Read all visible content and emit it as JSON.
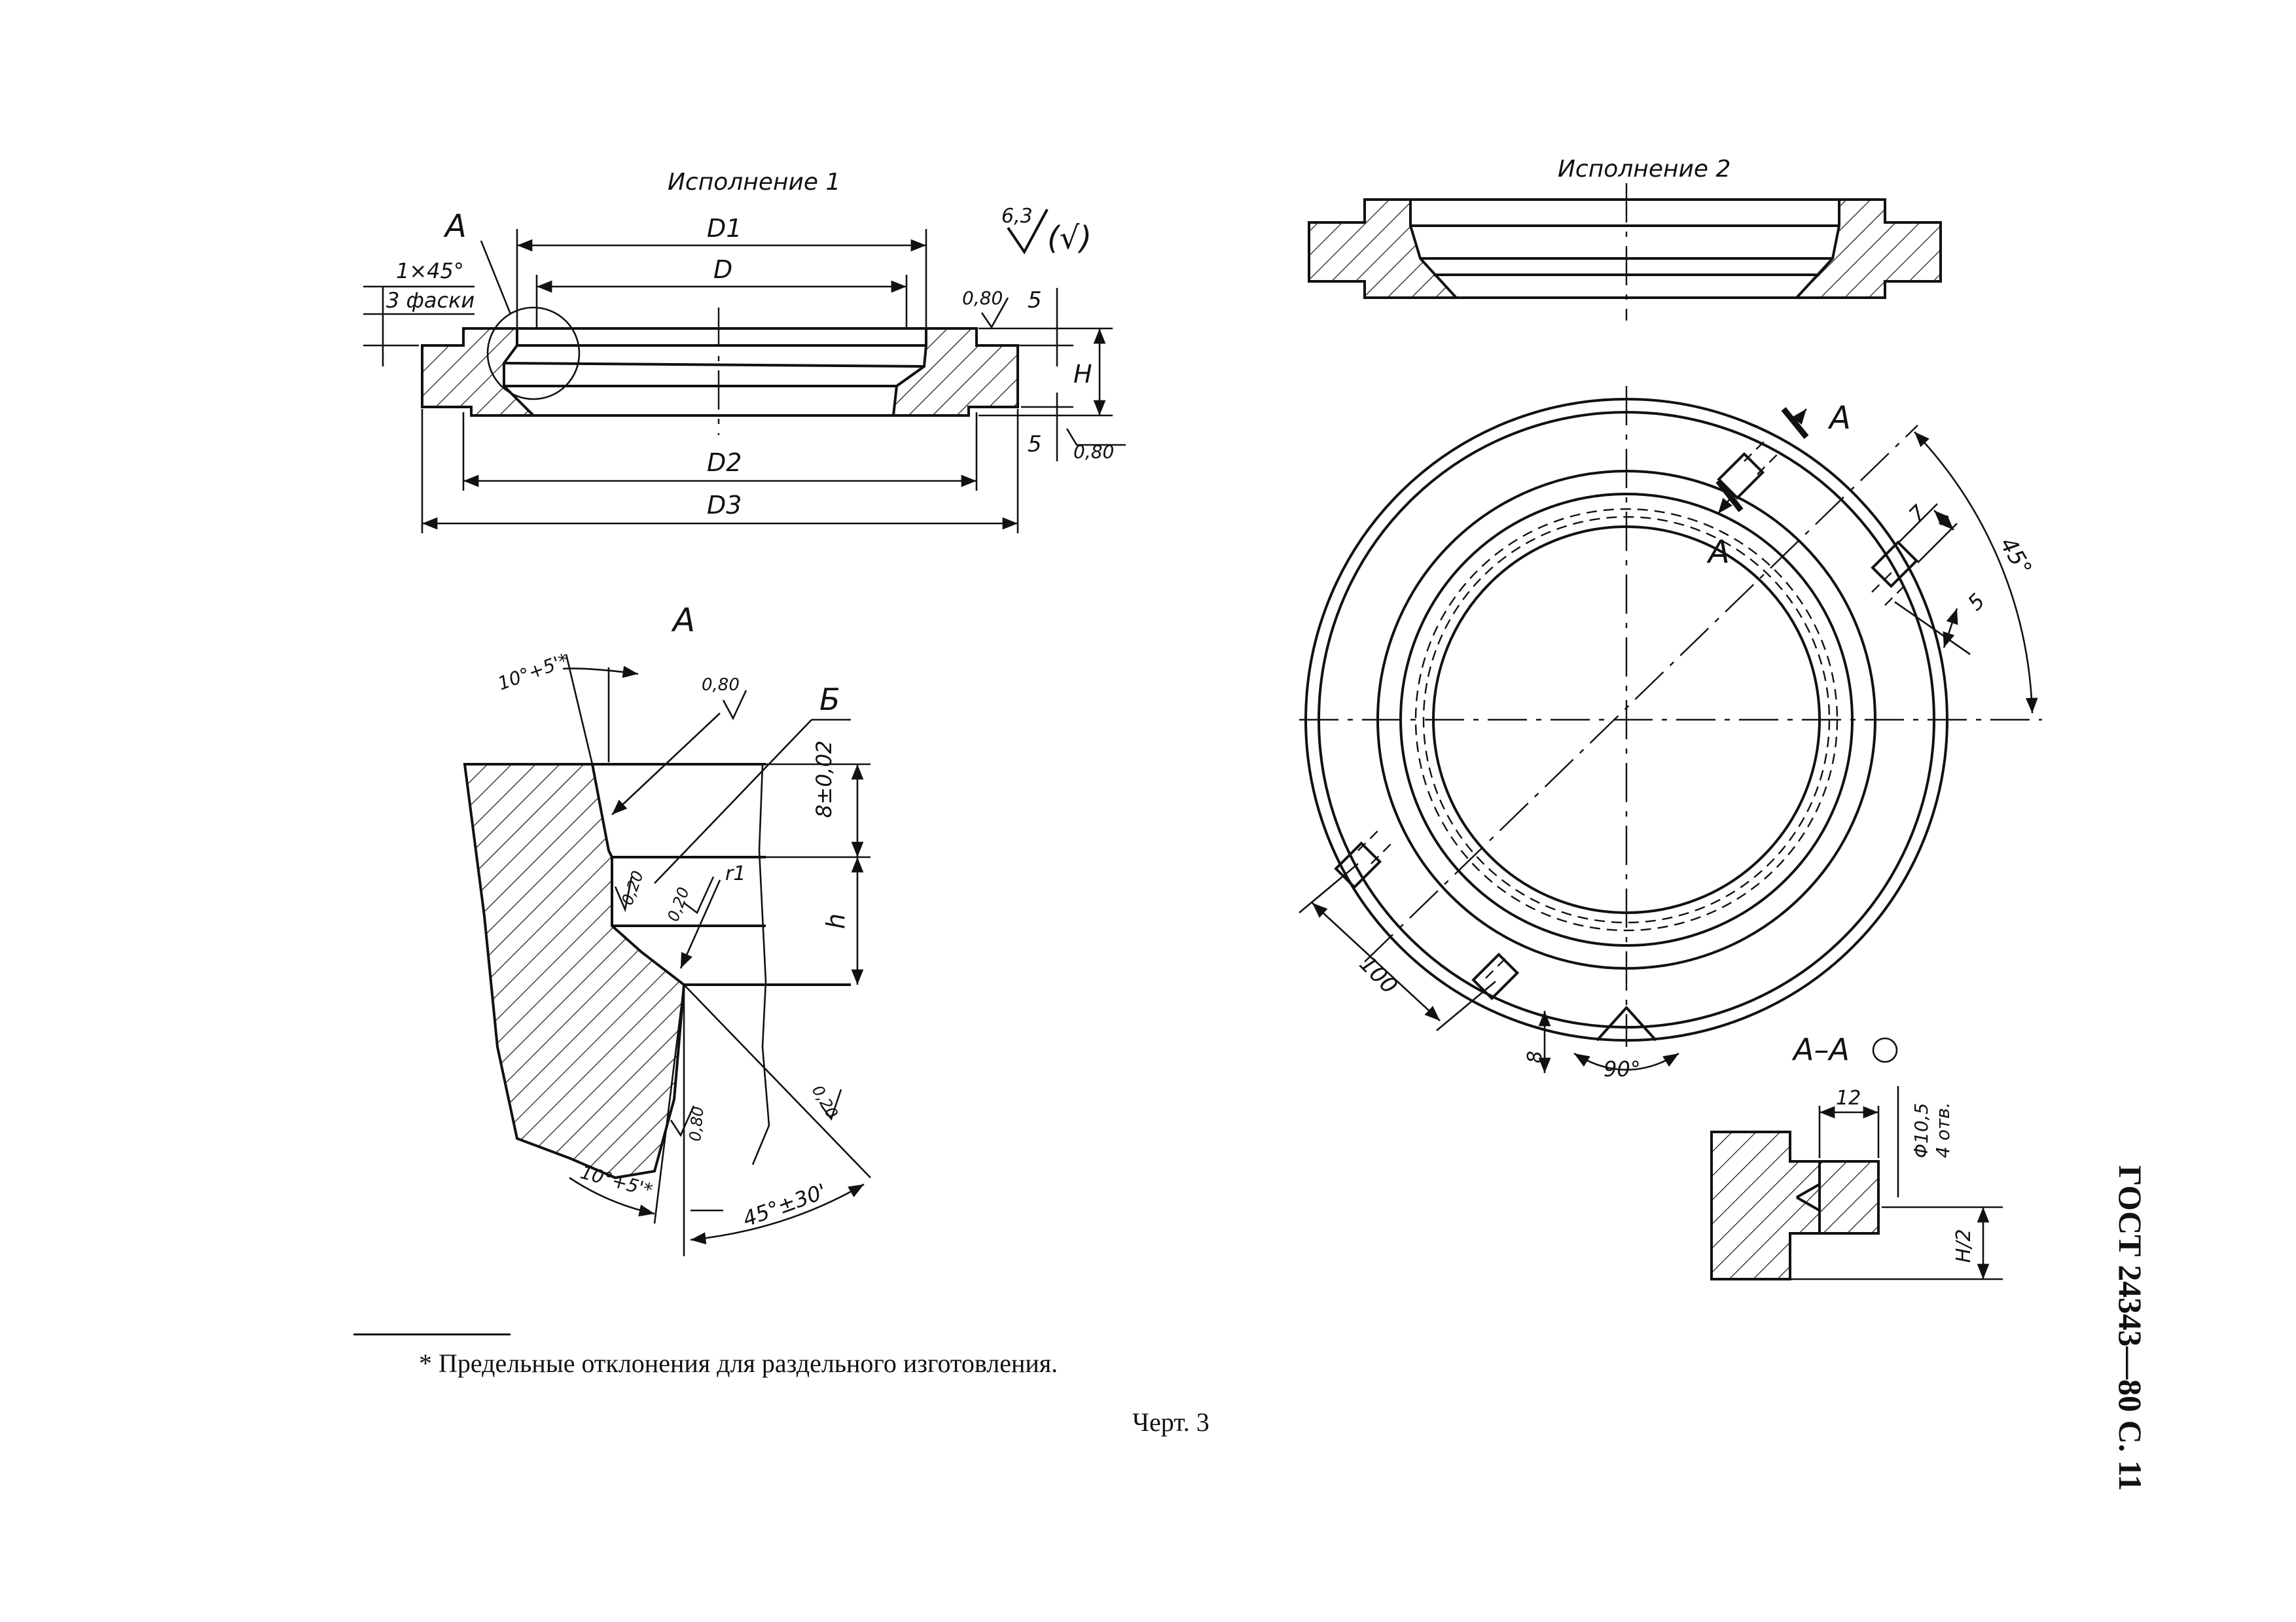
{
  "view1": {
    "title": "Исполнение 1",
    "label_a": "A",
    "chamfer": "1×45°",
    "chamfer_note": "3 фаски",
    "d1": "D1",
    "d": "D",
    "d2": "D2",
    "d3": "D3",
    "h": "H",
    "five_top": "5",
    "five_bottom": "5",
    "rough_top": "0,80",
    "rough_bottom": "0,80",
    "rough_general": "6,3",
    "rough_general_paren": "(√)"
  },
  "view2": {
    "title": "Исполнение 2"
  },
  "detail_a": {
    "title": "A",
    "angle_top": "10°+5'*",
    "rough_top": "0,80",
    "label_b": "Б",
    "dim_8": "8±0,02",
    "dim_h": "h",
    "rough_020_a": "0,20",
    "rough_020_b": "0,20",
    "r1": "r1",
    "rough_020_c": "0,20",
    "rough_080": "0,80",
    "angle_bottom": "10°+5'*",
    "angle_45": "45°±30'"
  },
  "plan": {
    "section_label_top": "A",
    "section_label_bottom": "A",
    "dim_7": "7",
    "dim_5": "5",
    "angle_45": "45°",
    "dim_100": "100",
    "dim_8": "8",
    "angle_90": "90°"
  },
  "section_aa": {
    "title": "A–A",
    "dim_12": "12",
    "holes": "Φ10,5",
    "holes_count": "4 отв.",
    "half_h": "H/2"
  },
  "footnote": "* Предельные отклонения для раздельного изготовления.",
  "figure_caption": "Черт. 3",
  "standard": "ГОСТ 24343—80 С. 11"
}
